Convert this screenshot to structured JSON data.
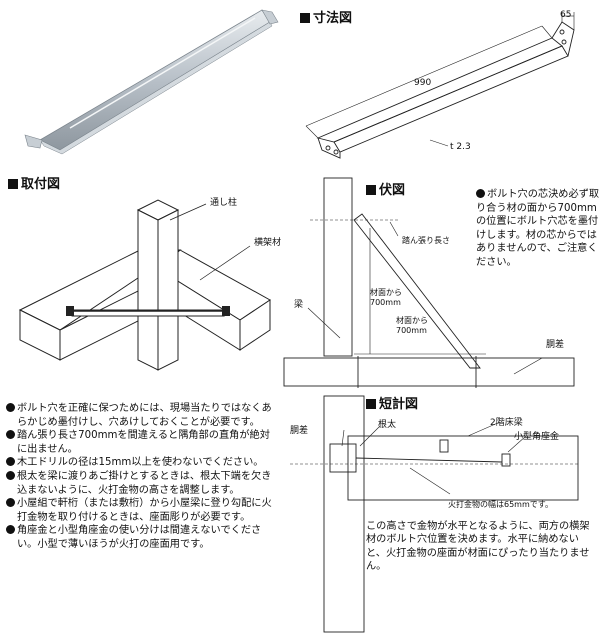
{
  "sections": {
    "dimension": "寸法図",
    "mounting": "取付図",
    "plan": "伏図",
    "elevation": "短計図"
  },
  "dimension": {
    "length": "990",
    "width": "65",
    "thickness": "t 2.3"
  },
  "mounting": {
    "pillar": "通し柱",
    "beam": "横架材"
  },
  "plan": {
    "stride": "踏ん張り長さ",
    "dist1": "材面から\n700mm",
    "dist2": "材面から\n700mm",
    "beam": "梁",
    "sill": "胴差"
  },
  "elevation": {
    "sill": "胴差",
    "joist": "根太",
    "floor_beam": "2階床梁",
    "small_block": "小型角座金",
    "width_note": "火打金物の幅は65mmです。"
  },
  "note_right": "ボルト穴の芯決め必ず取り合う材の面から700mmの位置にボルト穴芯を墨付けします。材の芯からではありませんので、ご注意ください。",
  "note_bottom": "この高さで金物が水平となるように、両方の横架材のボルト穴位置を決めます。水平に納めないと、火打金物の座面が材面にぴったり当たりません。",
  "bullets": [
    "ボルト穴を正確に保つためには、現場当たりではなくあらかじめ墨付けし、穴あけしておくことが必要です。",
    "踏ん張り長さ700mmを間違えると隅角部の直角が絶対に出ません。",
    "木工ドリルの径は15mm以上を使わないでください。",
    "根太を梁に渡りあご掛けとするときは、根太下端を欠き込まないように、火打金物の高さを調整します。",
    "小屋組で軒桁（または敷桁）から小屋梁に登り勾配に火打金物を取り付けるときは、座面彫りが必要です。",
    "角座金と小型角座金の使い分けは間違えないでください。小型で薄いほうが火打の座面用です。"
  ]
}
